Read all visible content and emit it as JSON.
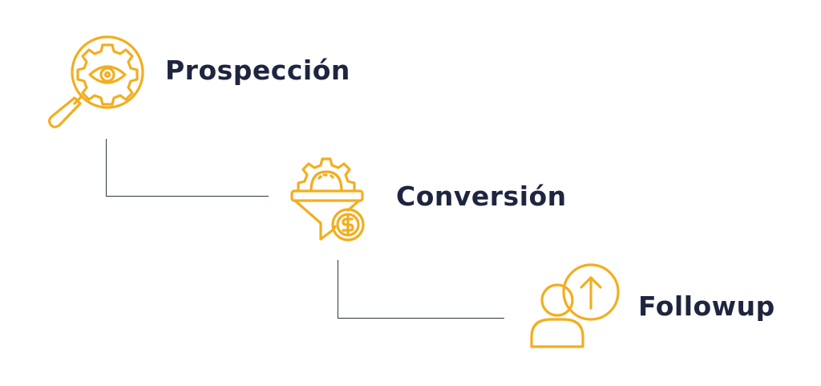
{
  "accent_color": "#F2AE1F",
  "text_color": "#1E2540",
  "connector_color": "#2B3A38",
  "steps": [
    {
      "label": "Prospección",
      "icon": "gear-eye-magnifier-icon"
    },
    {
      "label": "Conversión",
      "icon": "gear-funnel-dollar-icon"
    },
    {
      "label": "Followup",
      "icon": "user-arrow-up-icon"
    }
  ]
}
